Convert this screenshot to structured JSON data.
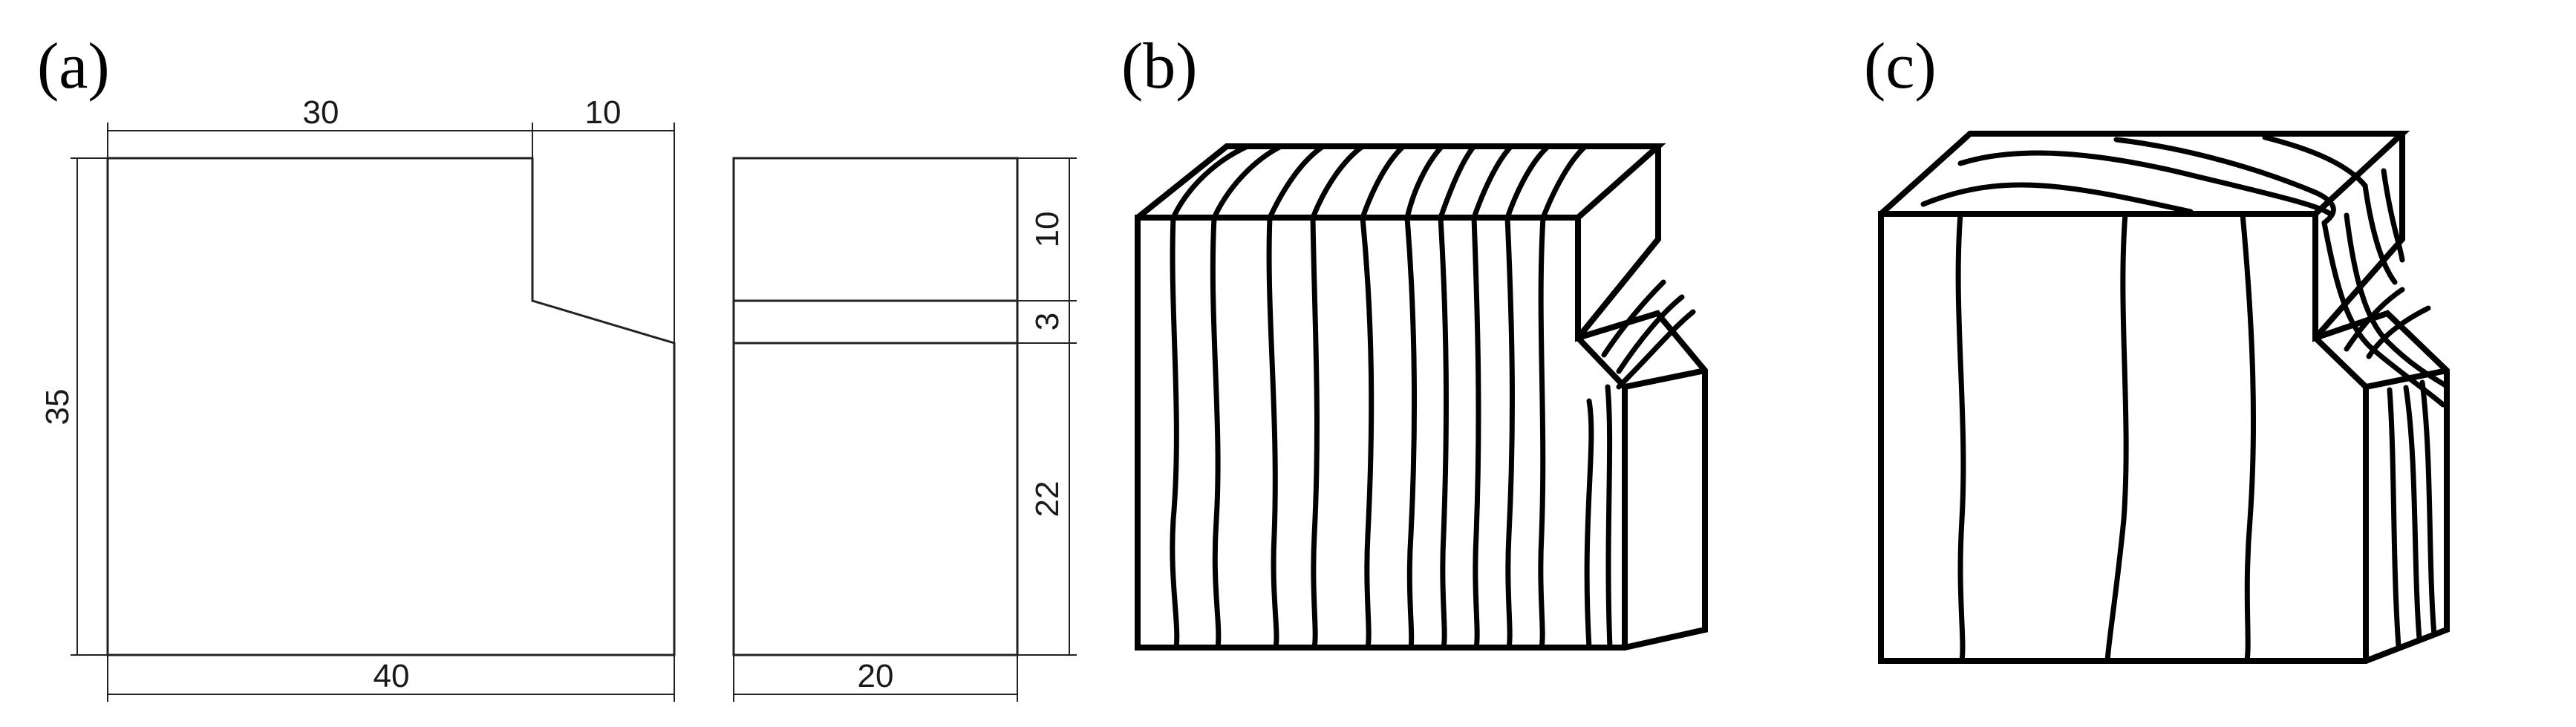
{
  "panels": {
    "a": {
      "label": "(a)"
    },
    "b": {
      "label": "(b)"
    },
    "c": {
      "label": "(c)"
    }
  },
  "front_view": {
    "dim_top_left": "30",
    "dim_top_right": "10",
    "dim_left": "35",
    "dim_bottom": "40"
  },
  "side_view": {
    "dim_right_top": "10",
    "dim_right_mid": "3",
    "dim_right_bottom": "22",
    "dim_bottom": "20"
  }
}
